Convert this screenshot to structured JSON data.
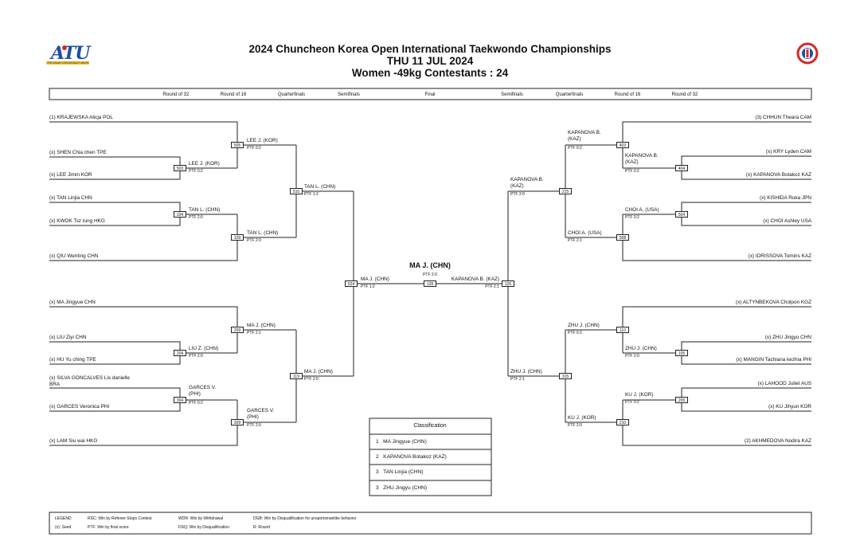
{
  "header": {
    "title": "2024 Chuncheon Korea Open International Taekwondo Championships",
    "date": "THU 11 JUL 2024",
    "category": "Women -49kg Contestants : 24",
    "logo_left_text": "ATU",
    "logo_left_sub": "THE ASIAN TAEKWONDO UNION"
  },
  "rounds": [
    "Round of 32",
    "Round of 16",
    "Quarterfinals",
    "Semifinals",
    "Final",
    "Semifinals",
    "Quarterfinals",
    "Round of 16",
    "Round of 32"
  ],
  "left": {
    "entrants": [
      "(1) KRAJEWSKA Alicja POL",
      "(x) SHEN Chia chen TPE",
      "(x) LEE Jimin KOR",
      "(x) TAN Linjia CHN",
      "(x) KWOK Tsz tung HKG",
      "(x) QIU Wenting CHN",
      "(x) MA Jingyue CHN",
      "(x) LIU Ziyi CHN",
      "(x) HU Yu ching TPE",
      "(x) SILVA GONCALVES Lis danielle",
      "BRA",
      "(x) GARCES Veronica PHI",
      "(x) LAM Siu wai HKG"
    ],
    "matches": {
      "m503": {
        "no": "503",
        "winner": "LEE J. (KOR)",
        "score": "PTF 0:2"
      },
      "m505": {
        "no": "505",
        "winner": "LEE J. (KOR)",
        "score": "PTF 0:2"
      },
      "m104": {
        "no": "104",
        "winner": "TAN L. (CHN)",
        "score": "PTF 2:0"
      },
      "m109": {
        "no": "109",
        "winner": "TAN L. (CHN)",
        "score": "PTF 2:0"
      },
      "m510": {
        "no": "510",
        "winner": "TAN L. (CHN)",
        "score": "PTF 1:2"
      },
      "m204": {
        "no": "204",
        "winner": "LIU Z. (CHN)",
        "score": "PTF 2:0"
      },
      "m209": {
        "no": "209",
        "winner": "MA J. (CHN)",
        "score": "PTF 2:1"
      },
      "m304": {
        "no": "304",
        "winner": "GARCES V.",
        "winner2": "(PHI)",
        "score": "PTF 0:2"
      },
      "m309": {
        "no": "309",
        "winner": "GARCES V.",
        "winner2": "(PHI)",
        "score": "PTF 2:0"
      },
      "m119": {
        "no": "119",
        "winner": "MA J. (CHN)",
        "score": "PTF 2:0"
      },
      "m524": {
        "no": "524",
        "winner": "MA J. (CHN)",
        "score": "PTF 1:2"
      }
    }
  },
  "right": {
    "entrants": [
      "(3) CHHUN Theara CAM",
      "(x) KRY Lyden CAM",
      "(x) KAPANOVA Botakoz KAZ",
      "(x) KISHIDA Ruka JPN",
      "(x) CHOI Ashley USA",
      "(x) IDRISSOVA Tomiris KAZ",
      "(x) ALTYNBEKOVA Cholpon KGZ",
      "(x) ZHU Jingyu CHN",
      "(x) MANGIN Tachiana kezhia PHI",
      "(x) LAHOOD Juliet AUS",
      "(x) KU Jihyun KOR",
      "(2) AKHMEDOVA Nodira KAZ"
    ],
    "matches": {
      "m404": {
        "no": "404",
        "winner": "KAPANOVA B.",
        "winner2": "(KAZ)",
        "score": "PTF 0:2"
      },
      "m403": {
        "no": "403",
        "winner": "KAPANOVA B.",
        "winner2": "(KAZ)",
        "score": "PTF 0:2"
      },
      "m504": {
        "no": "504",
        "winner": "CHOI A. (USA)",
        "score": "PTF 0:2"
      },
      "m508": {
        "no": "508",
        "winner": "CHOI A. (USA)",
        "score": "PTF 2:1"
      },
      "m215": {
        "no": "215",
        "winner": "KAPANOVA B.",
        "winner2": "(KAZ)",
        "score": "PTF 2:0"
      },
      "m110": {
        "no": "110",
        "winner": "ZHU J. (CHN)",
        "score": "PTF 0:2"
      },
      "m105": {
        "no": "105",
        "winner": "ZHU J. (CHN)",
        "score": "PTF 2:0"
      },
      "m205": {
        "no": "205",
        "winner": "KU J. (KOR)",
        "score": "PTF 0:2"
      },
      "m210": {
        "no": "210",
        "winner": "KU J. (KOR)",
        "score": "PTF 2:0"
      },
      "m315": {
        "no": "315",
        "winner": "ZHU J. (CHN)",
        "score": "PTF 2:1"
      },
      "m125": {
        "no": "125",
        "winner": "KAPANOVA B. (KAZ)",
        "score": "PTF 2:1"
      }
    }
  },
  "final": {
    "champion": "MA J. (CHN)",
    "no": "128",
    "score": "PTF 2:0"
  },
  "classification": {
    "title": "Classification",
    "rows": [
      {
        "rank": "1",
        "name": "MA Jingyue (CHN)"
      },
      {
        "rank": "2",
        "name": "KAPANOVA Botakoz (KAZ)"
      },
      {
        "rank": "3",
        "name": "TAN Linjia (CHN)"
      },
      {
        "rank": "3",
        "name": "ZHU Jingyu (CHN)"
      }
    ]
  },
  "legend": {
    "label": "LEGEND",
    "seed": "(x): Seed",
    "rsc": "RSC: Win by Referee Stops Contest",
    "ptf": "PTF: Win by final score",
    "wdr": "WDR: Win by Withdrawal",
    "dsq": "DSQ: Win by Disqualification",
    "dgb": "DGB: Win by Disqualification for unsportsmanlike behavior",
    "round": "R: Round"
  },
  "colors": {
    "line": "#222222",
    "text": "#111111",
    "accent_red": "#d62828",
    "accent_blue": "#1d4fa3"
  }
}
